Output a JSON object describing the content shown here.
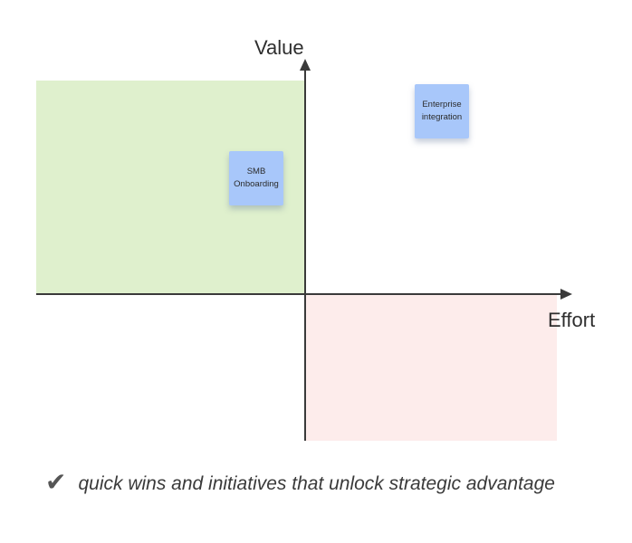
{
  "matrix": {
    "y_axis_label": "Value",
    "x_axis_label": "Effort",
    "quadrants": {
      "top_left_fill": "#dff0cd",
      "bottom_right_fill": "#fdeceb"
    },
    "axis_color": "#3a3a3a",
    "notes": [
      {
        "label": "Enterprise integration",
        "color": "#a8c7fa",
        "quadrant": "top-right"
      },
      {
        "label": "SMB Onboarding",
        "color": "#a8c7fa",
        "quadrant": "top-left"
      }
    ]
  },
  "caption": {
    "check_icon": "✔",
    "text": "quick wins and initiatives that unlock strategic advantage"
  }
}
